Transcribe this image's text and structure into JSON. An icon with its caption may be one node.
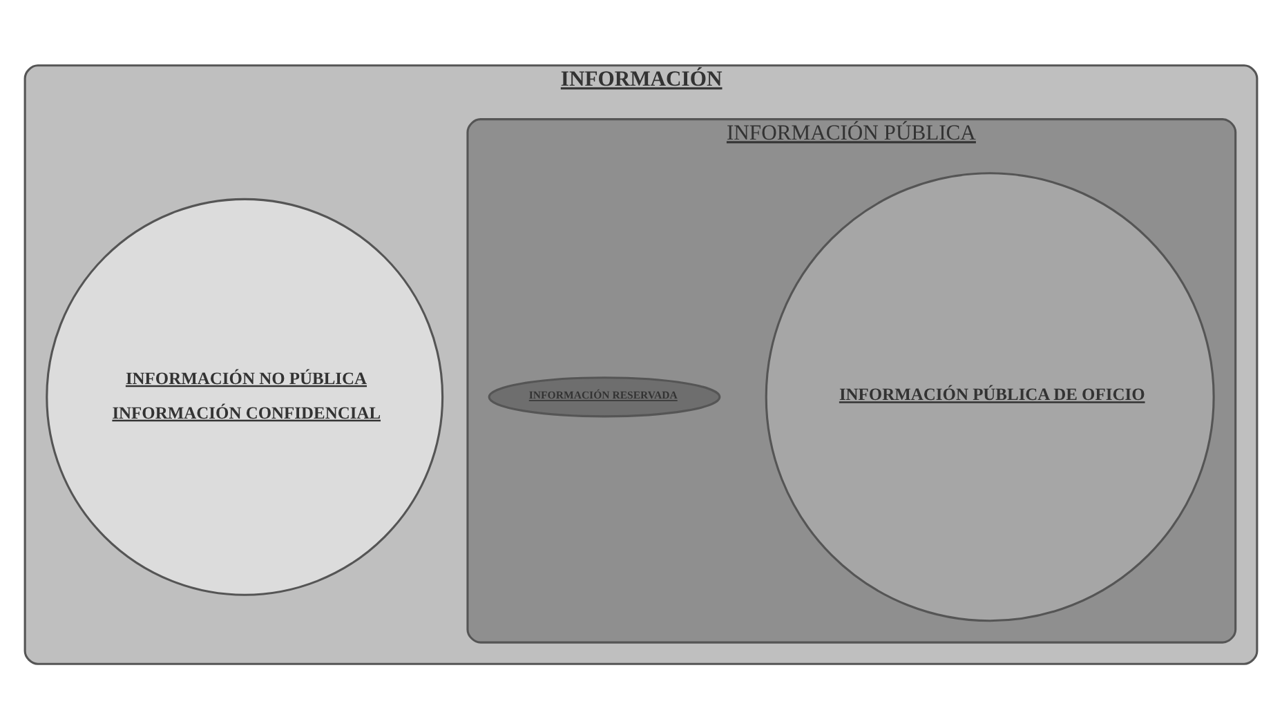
{
  "diagram": {
    "nodes": [
      {
        "text": [
          "INFORMACIÓN"
        ]
      },
      {
        "text": [
          "INFORMACIÓN PÚBLICA"
        ],
        "in": 0
      },
      {
        "text": [
          "INFORMACIÓN PÚBLICA DE OFICIO"
        ],
        "in": 1
      },
      {
        "text": [
          "INFORMACIÓN RESERVADA"
        ],
        "in": 1
      },
      {
        "text": [
          "INFORMACIÓN NO PÚBLICA",
          "INFORMACIÓN CONFIDENCIAL"
        ],
        "in": 0
      }
    ]
  }
}
